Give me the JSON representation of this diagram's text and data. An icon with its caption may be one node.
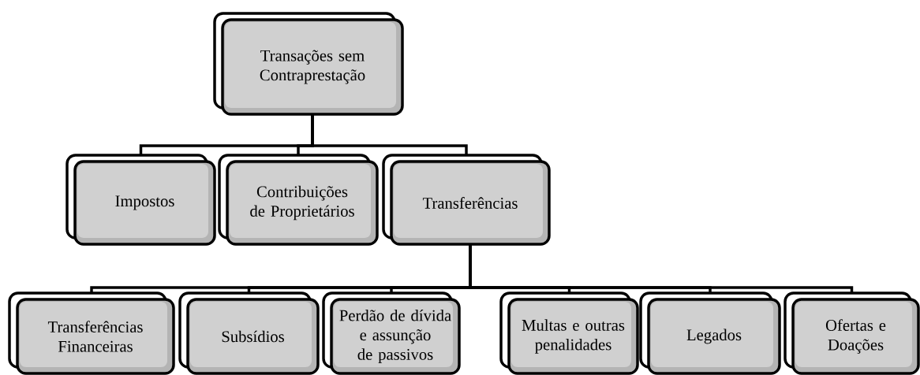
{
  "diagram": {
    "nodes": [
      {
        "text": [
          "Transações sem Contraprestação"
        ]
      },
      {
        "text": [
          "Impostos"
        ]
      },
      {
        "text": [
          "Contribuições de Proprietários"
        ]
      },
      {
        "text": [
          "Transferências"
        ]
      },
      {
        "text": [
          "Transferências Financeiras"
        ]
      },
      {
        "text": [
          "Subsídios"
        ]
      },
      {
        "text": [
          "Perdão de dívida e assunção de passivos"
        ]
      },
      {
        "text": [
          "Multas e outras penalidades"
        ]
      },
      {
        "text": [
          "Legados"
        ]
      },
      {
        "text": [
          "Ofertas e Doações"
        ]
      }
    ],
    "edges": [
      {
        "from": 0,
        "to": 1,
        "arrow": "none"
      },
      {
        "from": 0,
        "to": 2,
        "arrow": "none"
      },
      {
        "from": 0,
        "to": 3,
        "arrow": "none"
      },
      {
        "from": 3,
        "to": 4,
        "arrow": "none"
      },
      {
        "from": 3,
        "to": 5,
        "arrow": "none"
      },
      {
        "from": 3,
        "to": 6,
        "arrow": "none"
      },
      {
        "from": 3,
        "to": 7,
        "arrow": "none"
      },
      {
        "from": 3,
        "to": 8,
        "arrow": "none"
      },
      {
        "from": 3,
        "to": 9,
        "arrow": "none"
      }
    ]
  }
}
